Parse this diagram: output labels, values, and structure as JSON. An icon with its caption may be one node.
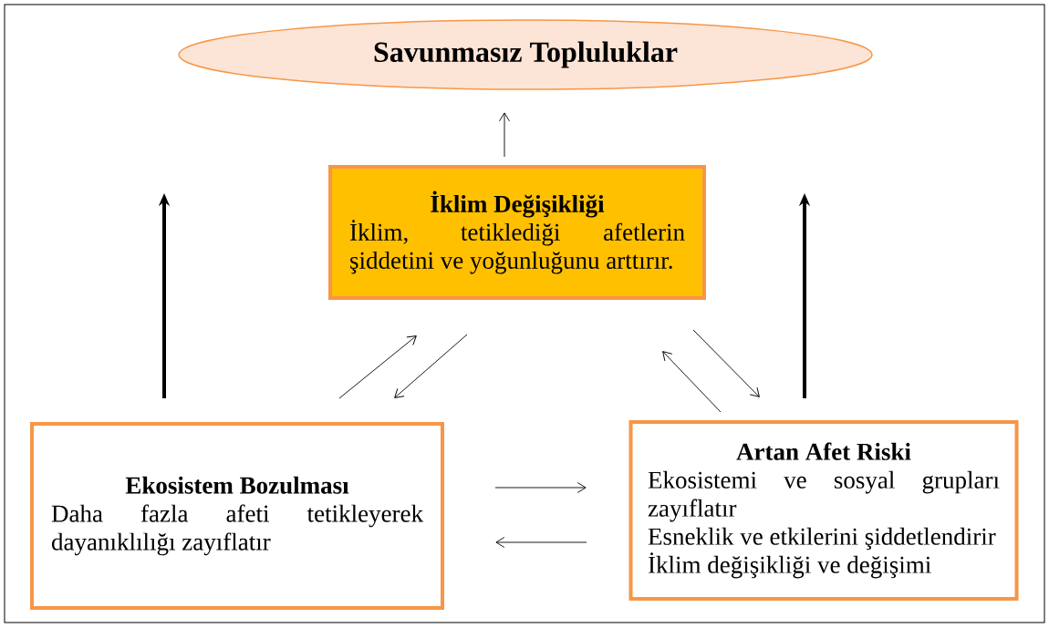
{
  "diagram": {
    "nodes": [
      {
        "text": [
          "Savunmasız Topluluklar"
        ]
      },
      {
        "text": [
          "İklim Değişikliği",
          "İklim, tetiklediği afetlerin şiddetini ve yoğunluğunu arttırır."
        ]
      },
      {
        "text": [
          "Ekosistem Bozulması",
          "Daha fazla afeti tetikleyerek dayanıklılığı zayıflatır"
        ]
      },
      {
        "text": [
          "Artan Afet Riski",
          "Ekosistemi ve sosyal grupları zayıflatır",
          "Esneklik ve etkilerini şiddetlendirir",
          "İklim değişikliği ve değişimi"
        ]
      }
    ],
    "edges": [
      {
        "from": 1,
        "to": 0,
        "arrow": "to"
      },
      {
        "from": 2,
        "to": null,
        "arrow": "to",
        "style": "thick"
      },
      {
        "from": 3,
        "to": null,
        "arrow": "to",
        "style": "thick"
      },
      {
        "from": 2,
        "to": 1,
        "arrow": "to"
      },
      {
        "from": 1,
        "to": 2,
        "arrow": "to"
      },
      {
        "from": 3,
        "to": 1,
        "arrow": "to"
      },
      {
        "from": 1,
        "to": 3,
        "arrow": "to"
      },
      {
        "from": 2,
        "to": 3,
        "arrow": "to"
      },
      {
        "from": 3,
        "to": 2,
        "arrow": "to"
      }
    ]
  }
}
